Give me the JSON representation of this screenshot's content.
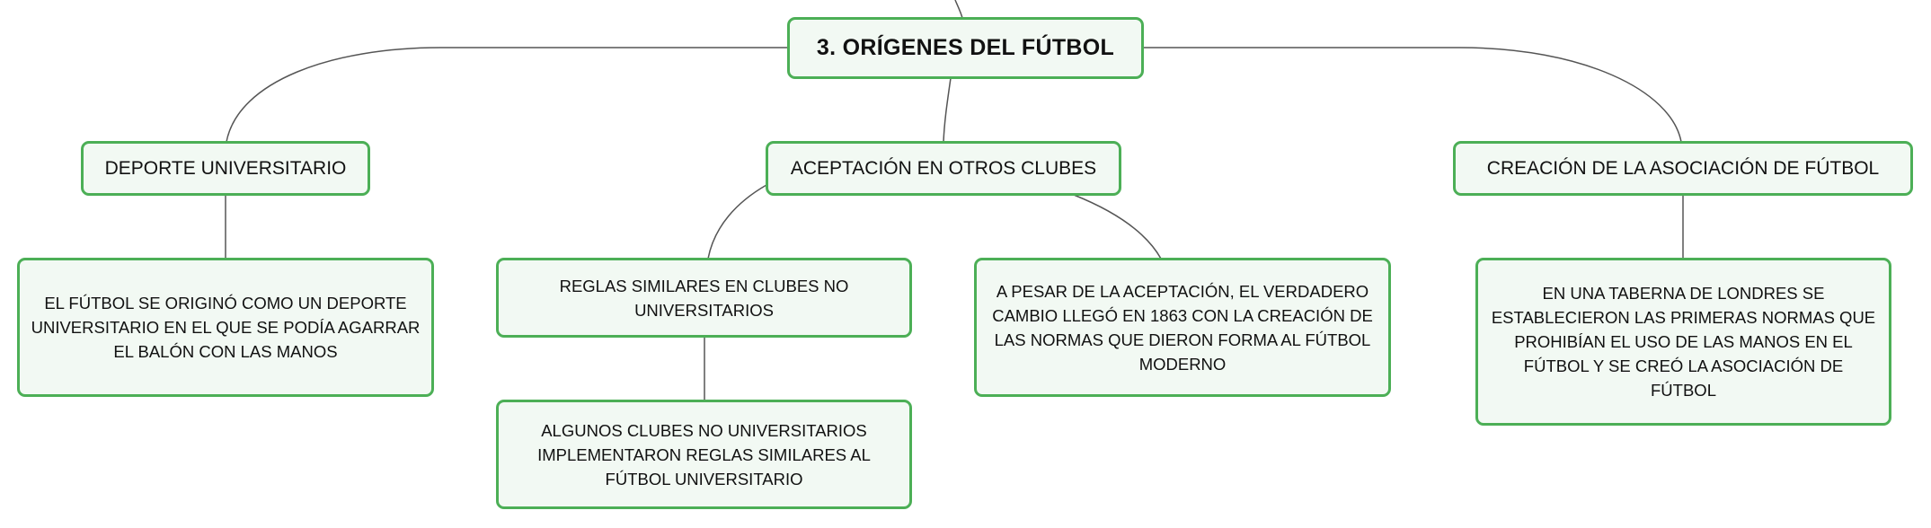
{
  "diagram": {
    "root": {
      "label": "3. ORÍGENES DEL FÚTBOL"
    },
    "topics": [
      {
        "label": "DEPORTE UNIVERSITARIO",
        "details": [
          "EL FÚTBOL SE ORIGINÓ COMO UN DEPORTE UNIVERSITARIO EN EL QUE SE PODÍA AGARRAR EL BALÓN CON LAS MANOS"
        ]
      },
      {
        "label": "ACEPTACIÓN EN OTROS CLUBES",
        "details": [
          "REGLAS SIMILARES EN CLUBES NO UNIVERSITARIOS",
          "ALGUNOS CLUBES NO UNIVERSITARIOS IMPLEMENTARON REGLAS SIMILARES AL FÚTBOL UNIVERSITARIO",
          "A PESAR DE LA ACEPTACIÓN, EL VERDADERO CAMBIO LLEGÓ EN 1863 CON LA CREACIÓN DE LAS NORMAS QUE DIERON FORMA AL FÚTBOL MODERNO"
        ]
      },
      {
        "label": "CREACIÓN DE LA ASOCIACIÓN DE FÚTBOL",
        "details": [
          "EN UNA TABERNA DE LONDRES SE ESTABLECIERON LAS PRIMERAS NORMAS QUE PROHIBÍAN EL USO DE LAS MANOS EN EL FÚTBOL Y SE CREÓ LA ASOCIACIÓN DE FÚTBOL"
        ]
      }
    ],
    "colors": {
      "node_border": "#4caf56",
      "node_fill": "#f2f9f3",
      "connector": "#555555",
      "text": "#111111"
    }
  }
}
